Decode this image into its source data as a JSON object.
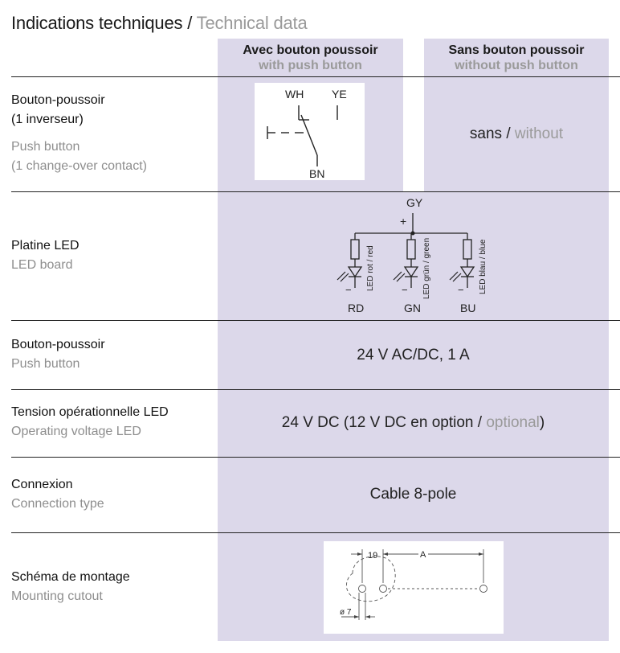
{
  "header": {
    "title_fr": "Indications techniques",
    "separator": " / ",
    "title_en": "Technical data"
  },
  "columns": [
    {
      "fr": "Avec bouton poussoir",
      "en": "with push button"
    },
    {
      "fr": "Sans bouton poussoir",
      "en": "without push button"
    }
  ],
  "rows": {
    "push_button_contact": {
      "fr_line1": "Bouton-poussoir",
      "fr_line2": "(1 inverseur)",
      "en_line1": "Push button",
      "en_line2": "(1 change-over contact)",
      "without_fr": "sans",
      "sep": " / ",
      "without_en": "without"
    },
    "led_board": {
      "fr": "Platine LED",
      "en": "LED board"
    },
    "push_button": {
      "fr": "Bouton-poussoir",
      "en": "Push button",
      "value": "24 V AC/DC, 1 A"
    },
    "operating_voltage": {
      "fr": "Tension opérationnelle LED",
      "en": "Operating voltage LED",
      "value_main": "24 V DC (12 V DC en option / ",
      "value_optional": "optional",
      "value_close": ")"
    },
    "connection": {
      "fr": "Connexion",
      "en": "Connection type",
      "value": "Cable 8-pole"
    },
    "mounting": {
      "fr": "Schéma de montage",
      "en": "Mounting cutout"
    }
  },
  "switch_diagram": {
    "wh": "WH",
    "ye": "YE",
    "bn": "BN"
  },
  "led_diagram": {
    "gy": "GY",
    "plus": "+",
    "minus": "−",
    "rd": "RD",
    "gn": "GN",
    "bu": "BU",
    "led_red": "LED rot / red",
    "led_green": "LED grün / green",
    "led_blue": "LED blau / blue"
  },
  "mounting_diagram": {
    "dim_19": "19",
    "dim_a": "A",
    "dim_d": "ø 7"
  }
}
